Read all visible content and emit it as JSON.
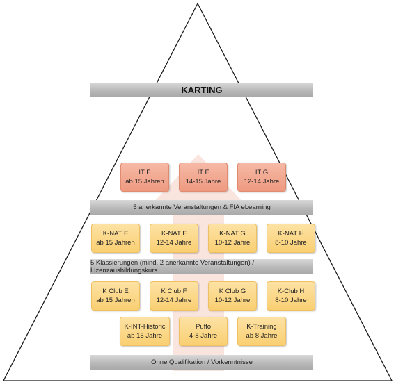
{
  "colors": {
    "orange_box": "#f2a990",
    "yellow_box": "#fbd889",
    "grey_bar": "#bdbdbd",
    "arrow": "#f6d7cd"
  },
  "title": "KARTING",
  "levels": {
    "it": [
      {
        "name": "IT E",
        "age": "ab 15 Jahren"
      },
      {
        "name": "IT F",
        "age": "14-15 Jahre"
      },
      {
        "name": "IT G",
        "age": "12-14 Jahre"
      }
    ],
    "bar_it": "5 anerkannte Veranstaltungen & FIA eLearning",
    "knat": [
      {
        "name": "K-NAT E",
        "age": "ab 15 Jahren"
      },
      {
        "name": "K-NAT F",
        "age": "12-14 Jahre"
      },
      {
        "name": "K-NAT G",
        "age": "10-12 Jahre"
      },
      {
        "name": "K-NAT H",
        "age": "8-10 Jahre"
      }
    ],
    "bar_knat": "5 Klassierungen (mind. 2 anerkannte Veranstaltungen) / Lizenzausbildungskurs",
    "kclub": [
      {
        "name": "K Club E",
        "age": "ab 15 Jahren"
      },
      {
        "name": "K Club F",
        "age": "12-14 Jahre"
      },
      {
        "name": "K Club G",
        "age": "10-12 Jahre"
      },
      {
        "name": "K-Club H",
        "age": "8-10 Jahre"
      }
    ],
    "other": [
      {
        "name": "K-INT-Historic",
        "age": "ab 15 Jahre"
      },
      {
        "name": "Puffo",
        "age": "4-8 Jahre"
      },
      {
        "name": "K-Training",
        "age": "ab 8 Jahre"
      }
    ],
    "bar_base": "Ohne Qualifikation / Vorkenntnisse"
  }
}
